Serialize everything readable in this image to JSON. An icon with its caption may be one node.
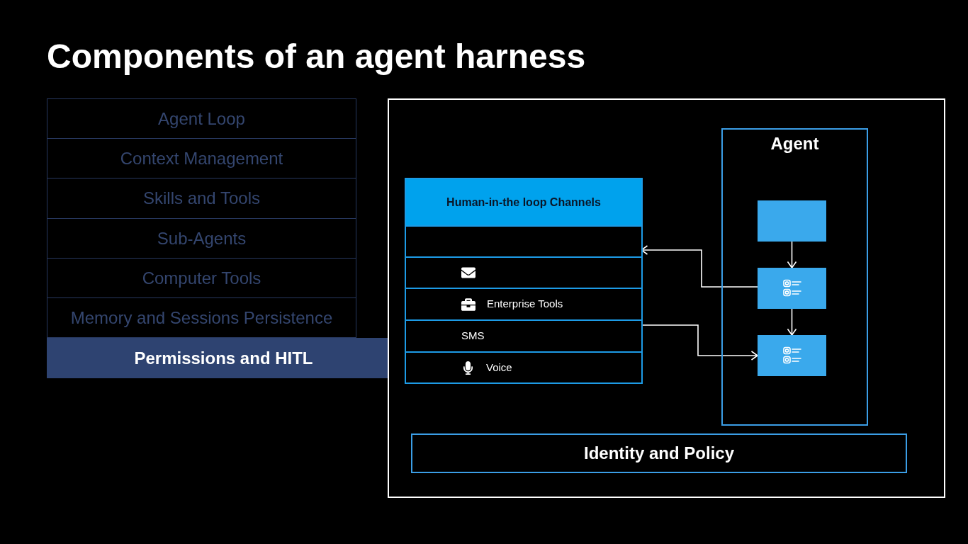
{
  "diagram": {
    "title": "Components of an agent harness",
    "nodes": [
      {
        "text": [
          "Agent Loop"
        ]
      },
      {
        "text": [
          "Context Management"
        ]
      },
      {
        "text": [
          "Skills and Tools"
        ]
      },
      {
        "text": [
          "Sub-Agents"
        ]
      },
      {
        "text": [
          "Computer Tools"
        ]
      },
      {
        "text": [
          "Memory and Sessions Persistence"
        ]
      },
      {
        "text": [
          "Permissions and HITL"
        ]
      },
      {
        "text": [],
        "shape": "box"
      },
      {
        "text": [
          "Human-in-the loop Channels"
        ],
        "in": 7
      },
      {
        "text": [],
        "shape": "box",
        "in": 8
      },
      {
        "text": [],
        "shape": "box",
        "in": 8
      },
      {
        "text": [
          "Enterprise Tools"
        ],
        "in": 8
      },
      {
        "text": [
          "SMS"
        ],
        "in": 8
      },
      {
        "text": [
          "Voice"
        ],
        "in": 8
      },
      {
        "text": [
          "Agent"
        ],
        "in": 7
      },
      {
        "text": [],
        "shape": "box",
        "in": 14
      },
      {
        "text": [],
        "shape": "box",
        "in": 14
      },
      {
        "text": [],
        "shape": "box",
        "in": 14
      },
      {
        "text": [
          "Identity and Policy"
        ],
        "in": 7
      }
    ],
    "edges": [
      {
        "from": 15,
        "to": 16,
        "arrow": "to"
      },
      {
        "from": 16,
        "to": 17,
        "arrow": "to"
      },
      {
        "from": 16,
        "to": 9,
        "arrow": "to"
      },
      {
        "from": 12,
        "to": 17,
        "arrow": "to"
      }
    ]
  }
}
